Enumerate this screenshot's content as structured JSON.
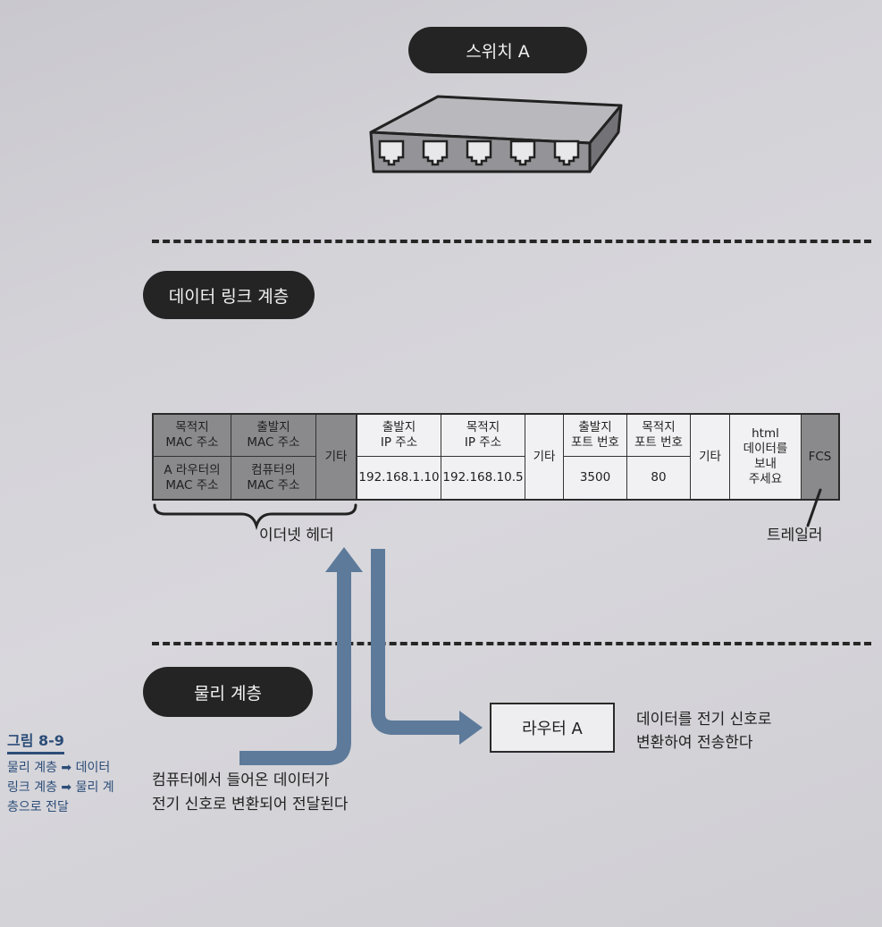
{
  "switch_label": "스위치 A",
  "datalink_label": "데이터 링크 계층",
  "physical_label": "물리 계층",
  "frame": {
    "dst_mac_head": [
      "목적지",
      "MAC 주소"
    ],
    "dst_mac_val": [
      "A 라우터의",
      "MAC 주소"
    ],
    "src_mac_head": [
      "출발지",
      "MAC 주소"
    ],
    "src_mac_val": [
      "컴퓨터의",
      "MAC 주소"
    ],
    "etc1": "기타",
    "src_ip_head": [
      "출발지",
      "IP 주소"
    ],
    "src_ip_val": "192.168.1.10",
    "dst_ip_head": [
      "목적지",
      "IP 주소"
    ],
    "dst_ip_val": "192.168.10.5",
    "etc2": "기타",
    "src_port_head": [
      "출발지",
      "포트 번호"
    ],
    "src_port_val": "3500",
    "dst_port_head": [
      "목적지",
      "포트 번호"
    ],
    "dst_port_val": "80",
    "etc3": "기타",
    "payload": [
      "html",
      "데이터를",
      "보내",
      "주세요"
    ],
    "fcs": "FCS"
  },
  "ethernet_header_label": "이더넷 헤더",
  "trailer_label": "트레일러",
  "router_label": "라우터 A",
  "router_note": [
    "데이터를 전기 신호로",
    "변환하여 전송한다"
  ],
  "computer_note": [
    "컴퓨터에서 들어온 데이터가",
    "전기 신호로 변환되어 전달된다"
  ],
  "figure": {
    "title": "그림 8-9",
    "caption": [
      "물리 계층 ➡ 데이터",
      "링크 계층 ➡ 물리 계",
      "층으로 전달"
    ]
  }
}
